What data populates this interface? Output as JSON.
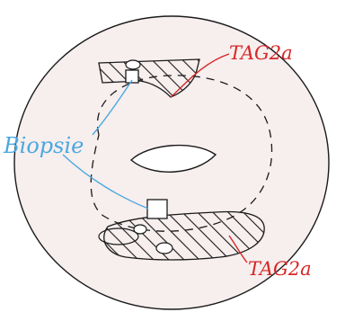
{
  "labels": {
    "tag_top": "TAG2a",
    "tag_bottom": "TAG2a",
    "biopsie": "Biopsie"
  },
  "colors": {
    "disc_fill": "#f7eeee",
    "outline": "#1a1a1a",
    "tag_label": "#d62828",
    "biopsie_label": "#4aa8e0"
  }
}
